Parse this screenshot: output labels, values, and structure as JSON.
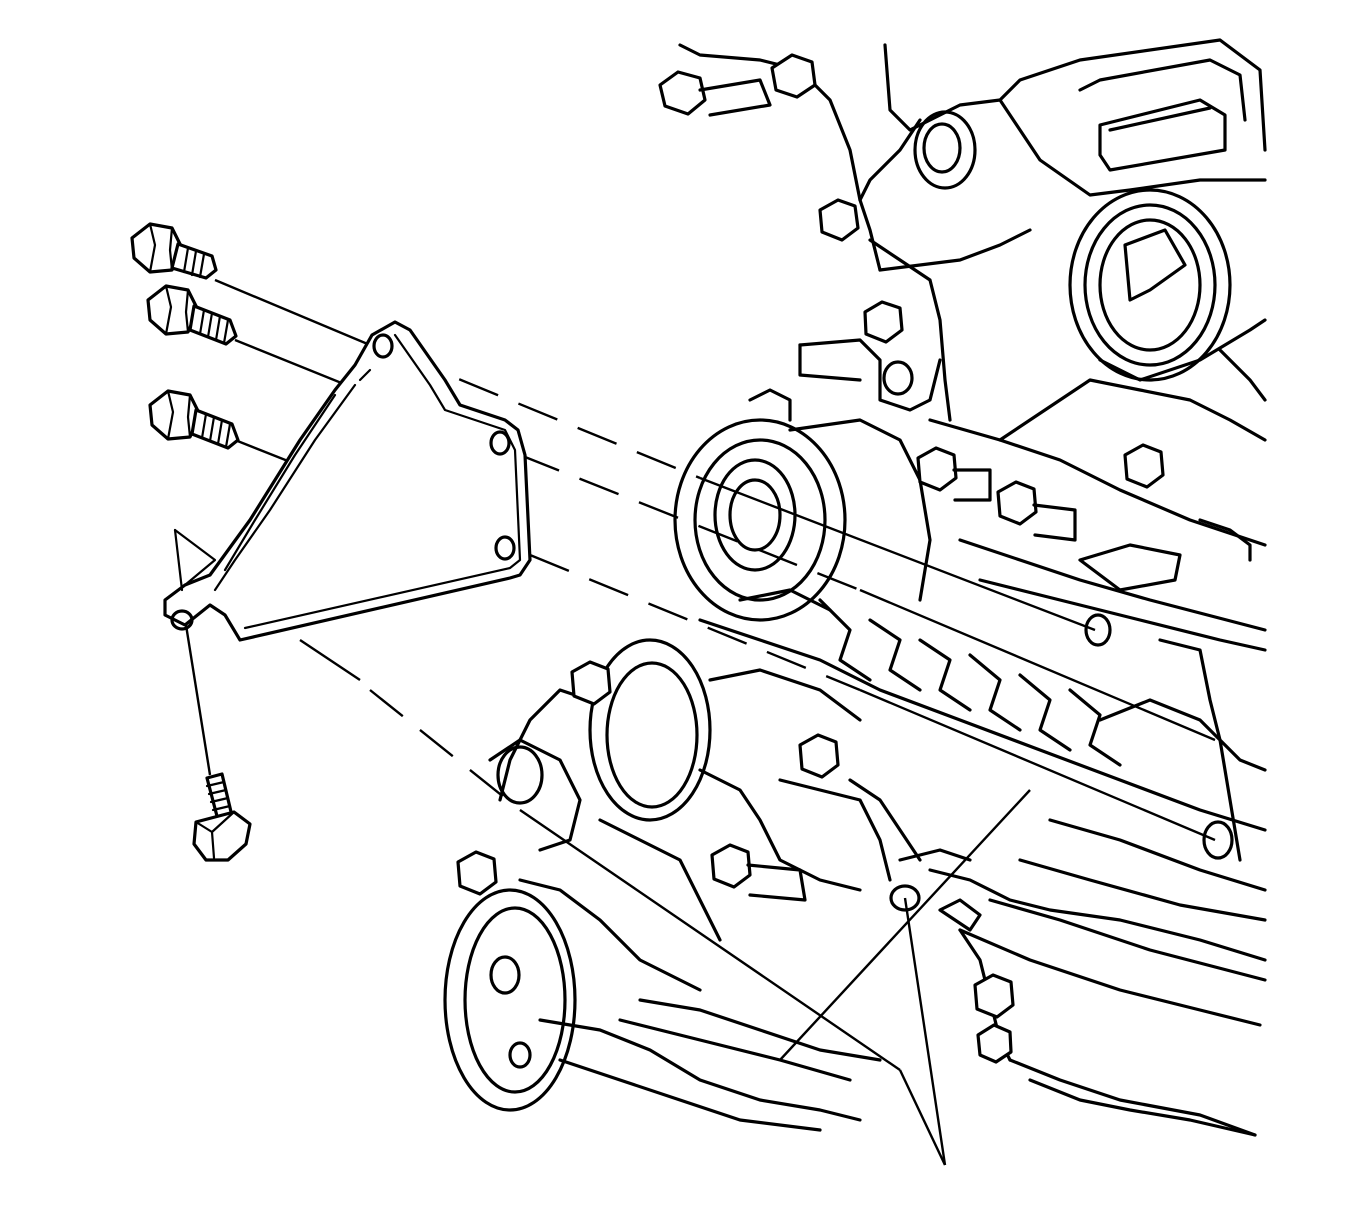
{
  "diagram": {
    "background_color": "#ffffff",
    "line_color": "#000000",
    "components": [
      "engine-block",
      "mounting-bracket",
      "bracket-bolt-upper",
      "bracket-bolt-middle",
      "bracket-bolt-lower",
      "bracket-bolt-vertical",
      "alignment-guide-lines"
    ]
  }
}
